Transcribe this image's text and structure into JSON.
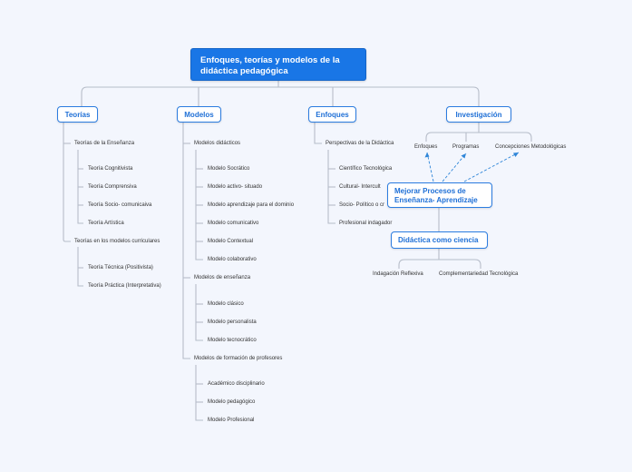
{
  "root": {
    "title": "Enfoques, teorías y modelos de la didáctica pedagógica"
  },
  "branches": {
    "teorias": {
      "label": "Teorías",
      "groups": [
        {
          "label": "Teorías de la Enseñanza",
          "items": [
            "Teoría Cognitivista",
            "Teoría Comprensiva",
            "Teoría Socio- comunicaiva",
            "Teoría Artística"
          ]
        },
        {
          "label": "Teorías en los modelos curriculares",
          "items": [
            "Teoría Técnica (Positivista)",
            "Teoría Práctica (Interpretativa)"
          ]
        }
      ]
    },
    "modelos": {
      "label": "Modelos",
      "groups": [
        {
          "label": "Modelos didácticos",
          "items": [
            "Modelo Socrático",
            "Modelo activo- situado",
            "Modelo aprendizaje para el dominio",
            "Modelo comunicativo",
            "Modelo Contextual",
            "Modelo colaborativo"
          ]
        },
        {
          "label": "Modelos de enseñanza",
          "items": [
            "Modelo clásico",
            "Modelo personalista",
            "Modelo tecnocrático"
          ]
        },
        {
          "label": "Modelos de formación de profesores",
          "items": [
            "Académico disciplinario",
            "Modelo pedagógico",
            "Modelo Profesional"
          ]
        }
      ]
    },
    "enfoques": {
      "label": "Enfoques",
      "groups": [
        {
          "label": "Perspectivas de la Didáctica",
          "items": [
            "Científico Tecnológica",
            "Cultural- Intercult",
            "Socio- Político o cr",
            "Profesional indagador"
          ]
        }
      ]
    },
    "investigacion": {
      "label": "Investigación",
      "items": [
        "Enfoques",
        "Programas",
        "Concepciones Metodológicas"
      ]
    }
  },
  "floating": {
    "mejorar": {
      "label": "Mejorar Procesos de Enseñanza- Aprendizaje"
    },
    "didactica": {
      "label": "Didáctica como ciencia",
      "items": [
        "Indagación Reflexiva",
        "Complementariedad Tecnológica"
      ]
    }
  },
  "colors": {
    "accent": "#1976e6",
    "line": "#b6bdc9",
    "dashed": "#2f86d8",
    "background": "#f3f6fd"
  }
}
